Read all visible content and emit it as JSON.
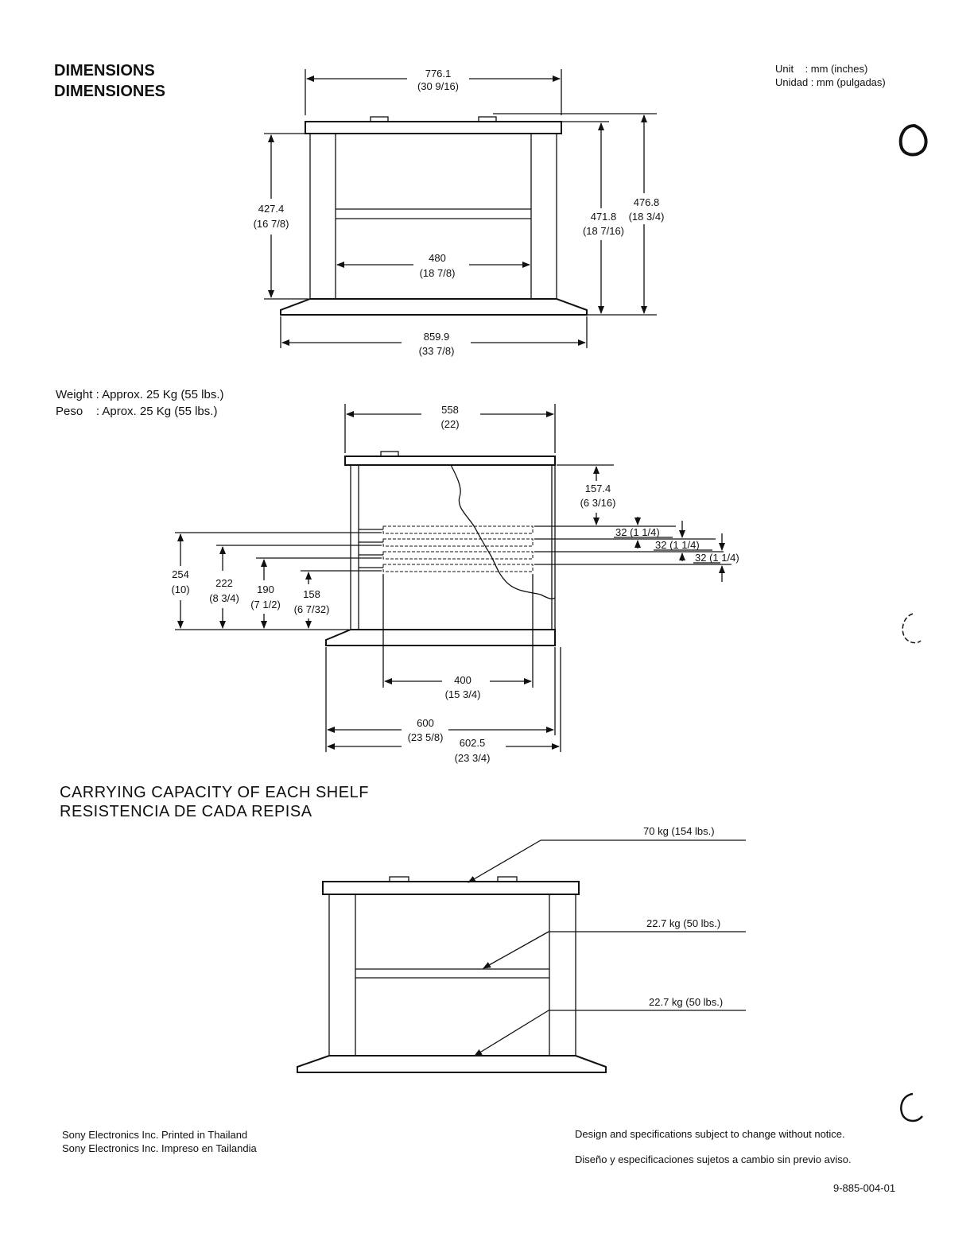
{
  "header": {
    "title_en": "DIMENSIONS",
    "title_es": "DIMENSIONES",
    "unit_en": "Unit    : mm (inches)",
    "unit_es": "Unidad : mm (pulgadas)"
  },
  "weight": {
    "en": "Weight : Approx. 25 Kg (55 lbs.)",
    "es": "Peso    : Aprox. 25 Kg (55 lbs.)"
  },
  "front_view": {
    "width_top": "776.1",
    "width_top_in": "(30 9/16)",
    "height_left": "427.4",
    "height_left_in": "(16 7/8)",
    "inner_width": "480",
    "inner_width_in": "(18 7/8)",
    "height_right_a": "471.8",
    "height_right_a_in": "(18 7/16)",
    "height_right_b": "476.8",
    "height_right_b_in": "(18 3/4)",
    "base_width": "859.9",
    "base_width_in": "(33 7/8)"
  },
  "side_view": {
    "depth_top": "558",
    "depth_top_in": "(22)",
    "top_gap": "157.4",
    "top_gap_in": "(6 3/16)",
    "pitch_1": "32 (1 1/4)",
    "pitch_2": "32 (1 1/4)",
    "pitch_3": "32 (1 1/4)",
    "h254": "254",
    "h254_in": "(10)",
    "h222": "222",
    "h222_in": "(8 3/4)",
    "h190": "190",
    "h190_in": "(7 1/2)",
    "h158": "158",
    "h158_in": "(6 7/32)",
    "shelf_depth": "400",
    "shelf_depth_in": "(15 3/4)",
    "depth_600": "600",
    "depth_600_in": "(23 5/8)",
    "depth_6025": "602.5",
    "depth_6025_in": "(23 3/4)"
  },
  "capacity": {
    "title_en": "CARRYING CAPACITY OF EACH SHELF",
    "title_es": "RESISTENCIA DE CADA REPISA",
    "top_load": "70 kg (154 lbs.)",
    "middle_load": "22.7 kg (50 lbs.)",
    "bottom_load": "22.7 kg (50 lbs.)"
  },
  "footer": {
    "company_en": "Sony Electronics Inc.  Printed in Thailand",
    "company_es": "Sony Electronics Inc.  Impreso en Tailandia",
    "notice_en": "Design and specifications subject to change without notice.",
    "notice_es": "Diseño y especificaciones sujetos a cambio sin previo aviso.",
    "part_number": "9-885-004-01"
  }
}
